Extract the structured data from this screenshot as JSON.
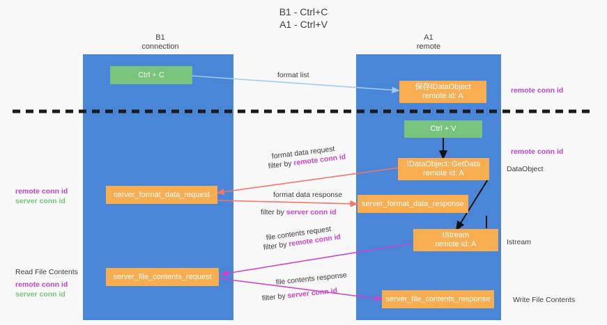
{
  "title": "B1 - Ctrl+C\nA1 - Ctrl+V",
  "colors": {
    "lane": "#4a86d8",
    "green_node": "#78c37e",
    "orange_node": "#f9ad51",
    "divider": "#1a1a1a",
    "arrow_blue": "#9ecdee",
    "arrow_black": "#111111",
    "arrow_red": "#f4736a",
    "arrow_magenta": "#cc44cc",
    "text_remote_conn": "#b846c8",
    "text_server_conn": "#76c47c",
    "background": "#f8f8f8"
  },
  "lanes": [
    {
      "id": "b1",
      "title": "B1\nconnection"
    },
    {
      "id": "a1",
      "title": "A1\nremote"
    }
  ],
  "nodes": {
    "ctrl_c": "Ctrl + C",
    "ctrl_v": "Ctrl + V",
    "save_idataobject": "保存IDataObject\nremote id: A",
    "idataobject_getdata": "IDataObject::GetData\nremote id: A",
    "istream": "IStream\nremote id: A",
    "server_format_data_request": "server_format_data_request",
    "server_format_data_response": "server_format_data_response",
    "server_file_contents_request": "server_file_contents_request",
    "server_file_contents_response": "server_file_contents_response"
  },
  "flows": {
    "format_list": "format list",
    "format_data_request": "format data request",
    "format_data_request_filter_prefix": "filter by ",
    "format_data_request_filter_key": "remote conn id",
    "format_data_response": "format data response",
    "format_data_response_filter_prefix": "filter by ",
    "format_data_response_filter_key": "server conn id",
    "file_contents_request": "file contents request",
    "file_contents_request_filter_prefix": "filter by ",
    "file_contents_request_filter_key": "remote conn id",
    "file_contents_response": "file contents response",
    "file_contents_response_filter_prefix": "filter by ",
    "file_contents_response_filter_key": "server conn id"
  },
  "annotations": {
    "right_remote_conn_top": "remote conn id",
    "right_remote_conn_mid": "remote conn id",
    "right_dataobject": "DataObject",
    "right_istream": "Istream",
    "right_write_file_contents": "Write File Contents",
    "left_remote_conn_mid": "remote conn id",
    "left_server_conn_mid": "server conn id",
    "left_read_file_contents": "Read File Contents",
    "left_remote_conn_bottom": "remote conn id",
    "left_server_conn_bottom": "server conn id"
  }
}
